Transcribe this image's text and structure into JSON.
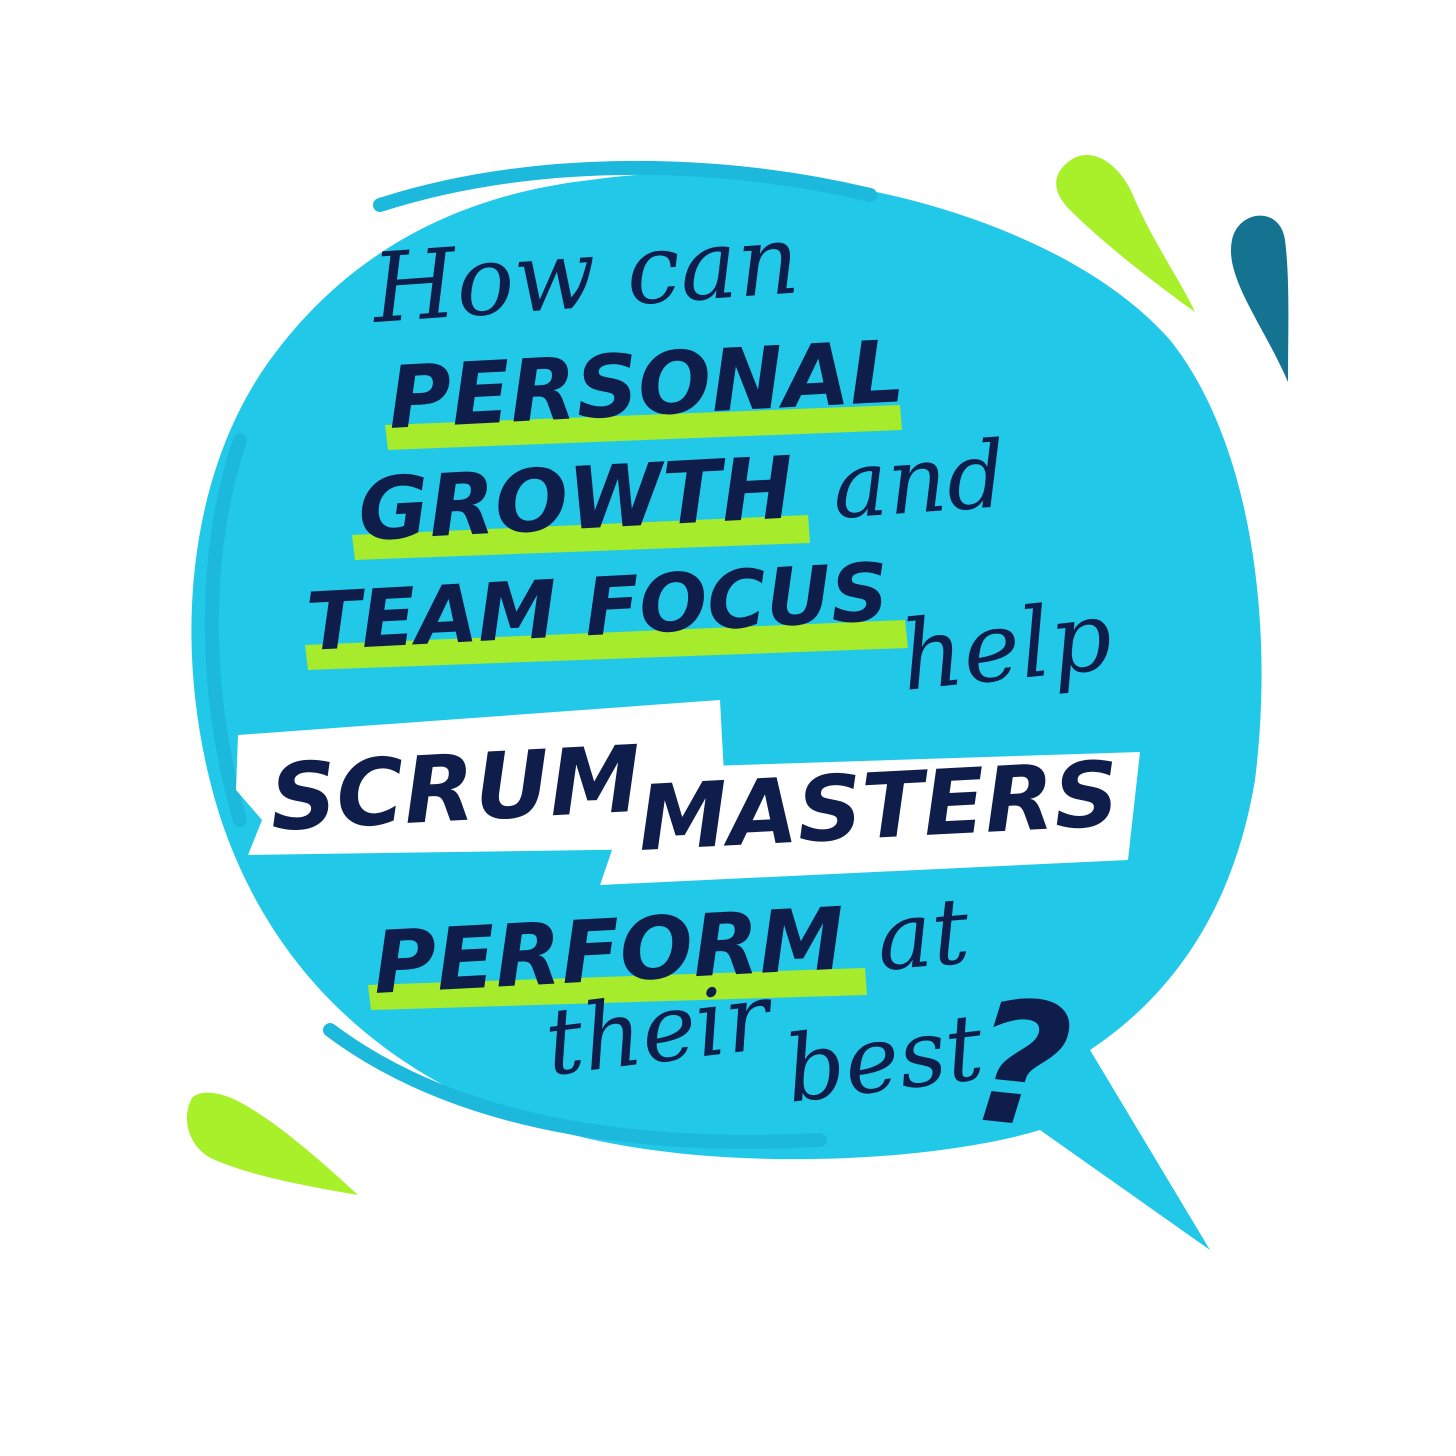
{
  "colors": {
    "bubble": "#22c8e8",
    "bubble_edge": "#1db9dc",
    "highlight_green": "#a6ec2c",
    "ink": "#0f1d4a",
    "white_band": "#ffffff",
    "drop_green": "#a8f02a",
    "drop_teal": "#137391"
  },
  "lines": {
    "how_can": "How can",
    "personal": "PERSONAL",
    "growth": "GROWTH",
    "and": "and",
    "team_focus": "TEAM FOCUS",
    "help": "help",
    "scrum": "SCRUM",
    "masters": "MASTERS",
    "perform": "PERFORM",
    "at": "at",
    "their": "their",
    "best": "best",
    "question_mark": "?"
  },
  "decorations": [
    "drop-green-top",
    "drop-teal-top",
    "drop-green-bottom-left"
  ]
}
